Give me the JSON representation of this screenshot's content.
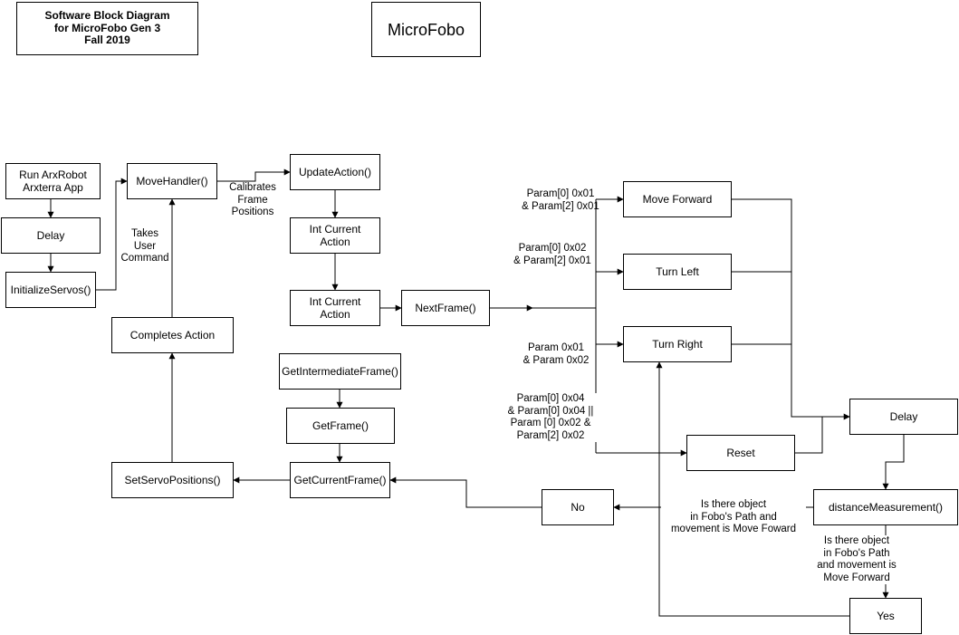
{
  "title_box": "Software Block Diagram\nfor MicroFobo Gen 3\nFall 2019",
  "brand_box": "MicroFobo",
  "nodes": {
    "run_app": "Run ArxRobot\nArxterra App",
    "delay_left": "Delay",
    "initialize_servos": "InitializeServos()",
    "move_handler": "MoveHandler()",
    "completes_action": "Completes Action",
    "set_servo_positions": "SetServoPositions()",
    "update_action": "UpdateAction()",
    "int_current_action_1": "Int Current\nAction",
    "int_current_action_2": "Int Current\nAction",
    "next_frame": "NextFrame()",
    "get_intermediate_frame": "GetIntermediateFrame()",
    "get_frame": "GetFrame()",
    "get_current_frame": "GetCurrentFrame()",
    "move_forward": "Move Forward",
    "turn_left": "Turn Left",
    "turn_right": "Turn Right",
    "reset": "Reset",
    "delay_right": "Delay",
    "distance_measurement": "distanceMeasurement()",
    "no": "No",
    "yes": "Yes"
  },
  "labels": {
    "takes_user_command": "Takes\nUser\nCommand",
    "calibrates_frame_positions": "Calibrates\nFrame\nPositions",
    "cond_move_forward": "Param[0] 0x01\n& Param[2] 0x01",
    "cond_turn_left": "Param[0] 0x02\n& Param[2] 0x01",
    "cond_turn_right": "Param 0x01\n& Param 0x02",
    "cond_reset": "Param[0] 0x04\n& Param[0] 0x04 ||\nParam [0] 0x02 &\nParam[2] 0x02",
    "question_no": "Is there object\nin Fobo's Path and\nmovement is Move Foward",
    "question_yes": "Is there object\nin Fobo's Path\nand movement is\nMove Forward"
  },
  "colors": {
    "stroke": "#000000",
    "background": "#ffffff"
  }
}
